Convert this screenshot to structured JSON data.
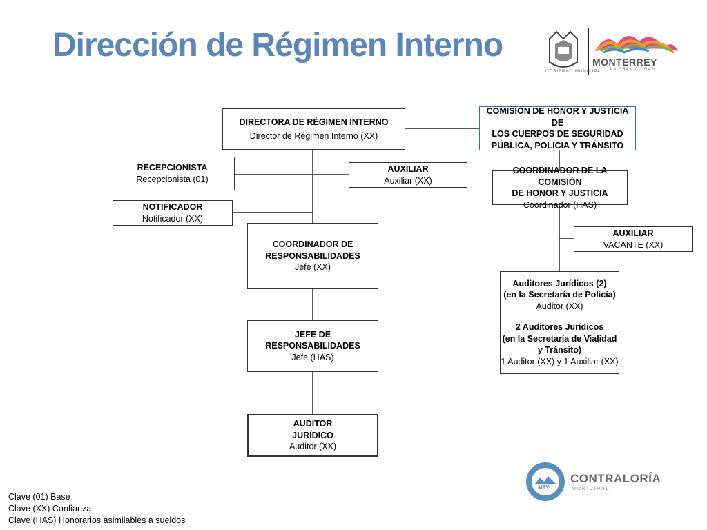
{
  "title": "Dirección de Régimen Interno",
  "directora": {
    "title": "DIRECTORA DE RÉGIMEN INTERNO",
    "role": "Director de Régimen Interno (XX)"
  },
  "recepcionista": {
    "title": "RECEPCIONISTA",
    "role": "Recepcionista (01)"
  },
  "auxiliar_left": {
    "title": "AUXILIAR",
    "role": "Auxiliar (XX)"
  },
  "notificador": {
    "title": "NOTIFICADOR",
    "role": "Notificador (XX)"
  },
  "coord_resp": {
    "line1": "COORDINADOR DE",
    "line2": "RESPONSABILIDADES",
    "role": "Jefe (XX)"
  },
  "jefe_resp": {
    "line1": "JEFE DE",
    "line2": "RESPONSABILIDADES",
    "role": "Jefe (HAS)"
  },
  "auditor": {
    "line1": "AUDITOR",
    "line2": "JURÍDICO",
    "role": "Auditor (XX)"
  },
  "comision": {
    "line1": "COMISIÓN DE HONOR Y JUSTICIA DE",
    "line2": "LOS CUERPOS DE SEGURIDAD",
    "line3": "PÚBLICA, POLICÍA Y TRÁNSITO"
  },
  "coord_comision": {
    "line1": "COORDINADOR DE LA COMISIÓN",
    "line2": "DE HONOR Y JUSTICIA",
    "role": "Coordinador (HAS)"
  },
  "auxiliar_right": {
    "title": "AUXILIAR",
    "role": "VACANTE (XX)"
  },
  "auditores": {
    "line1": "Auditores Jurídicos (2)",
    "line2": "(en la Secretaría de Policía)",
    "line3": "Auditor (XX)",
    "line4": "2 Auditores Jurídicos",
    "line5": "(en la Secretaría de Vialidad",
    "line6": "y Tránsito)",
    "line7": "1 Auditor (XX) y 1 Auxiliar (XX)"
  },
  "legend": [
    "Clave (01) Base",
    "Clave (XX) Confianza",
    "Clave (HAS) Honorarios asimilables a sueldos"
  ],
  "logo_top": {
    "left_caption": "GOBIERNO MUNICIPAL",
    "brand": "MONTERREY",
    "tagline": "LA GRAN CIUDAD"
  },
  "logo_bottom": {
    "badge": "MTY",
    "brand": "CONTRALORÍA",
    "tagline": "MUNICIPAL"
  },
  "colors": {
    "title": "#5b86b5",
    "line": "#222222",
    "comision_border": "#3a6fa8"
  }
}
